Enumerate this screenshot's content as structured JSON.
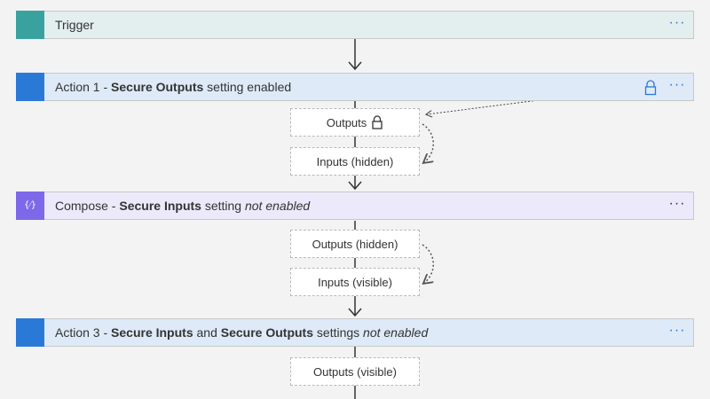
{
  "steps": {
    "trigger": {
      "label": "Trigger",
      "more": "···",
      "color": "#3aa29e",
      "bg": "#e3eeee"
    },
    "action1": {
      "prefix": "Action 1 - ",
      "bold": "Secure Outputs",
      "suffix": " setting enabled",
      "more": "···",
      "color": "#2b79d6",
      "bg": "#deeaf7"
    },
    "compose": {
      "prefix": "Compose - ",
      "bold": "Secure Inputs",
      "mid": " setting ",
      "italic": "not enabled",
      "more": "···",
      "icon": "{⁄}",
      "color": "#7c68e8",
      "bg": "#ece9fb"
    },
    "action3": {
      "prefix": "Action 3 - ",
      "bold1": "Secure Inputs",
      "mid": " and ",
      "bold2": "Secure Outputs",
      "mid2": " settings ",
      "italic": "not enabled",
      "more": "···",
      "color": "#2b79d6",
      "bg": "#deeaf7"
    }
  },
  "io_boxes": {
    "a1_outputs": "Outputs",
    "a1_inputs": "Inputs (hidden)",
    "c_outputs": "Outputs (hidden)",
    "c_inputs": "Inputs (visible)",
    "a3_outputs": "Outputs (visible)"
  }
}
